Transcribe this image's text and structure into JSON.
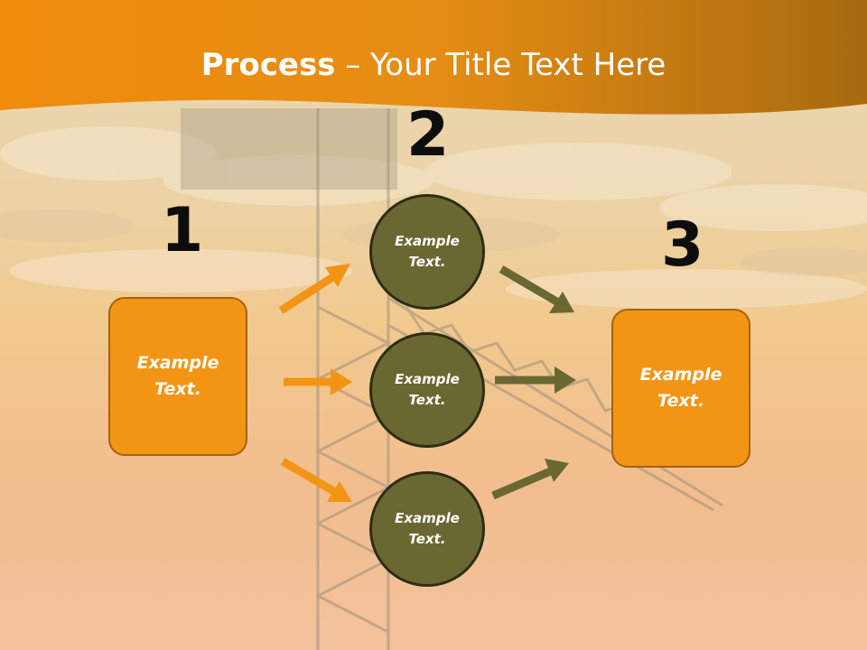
{
  "slide": {
    "title_bold": "Process",
    "title_rest": " – Your Title Text Here"
  },
  "steps": {
    "n1": "1",
    "n2": "2",
    "n3": "3"
  },
  "left_box": {
    "text_line1": "Example",
    "text_line2": "Text."
  },
  "right_box": {
    "text_line1": "Example",
    "text_line2": "Text."
  },
  "circles": [
    {
      "text_line1": "Example",
      "text_line2": "Text."
    },
    {
      "text_line1": "Example",
      "text_line2": "Text."
    },
    {
      "text_line1": "Example",
      "text_line2": "Text."
    }
  ],
  "colors": {
    "header_orange": "#e8900a",
    "box_orange": "#f39514",
    "circle_olive": "#6a6832",
    "arrow_orange": "#f39514",
    "arrow_olive": "#6a6832"
  }
}
